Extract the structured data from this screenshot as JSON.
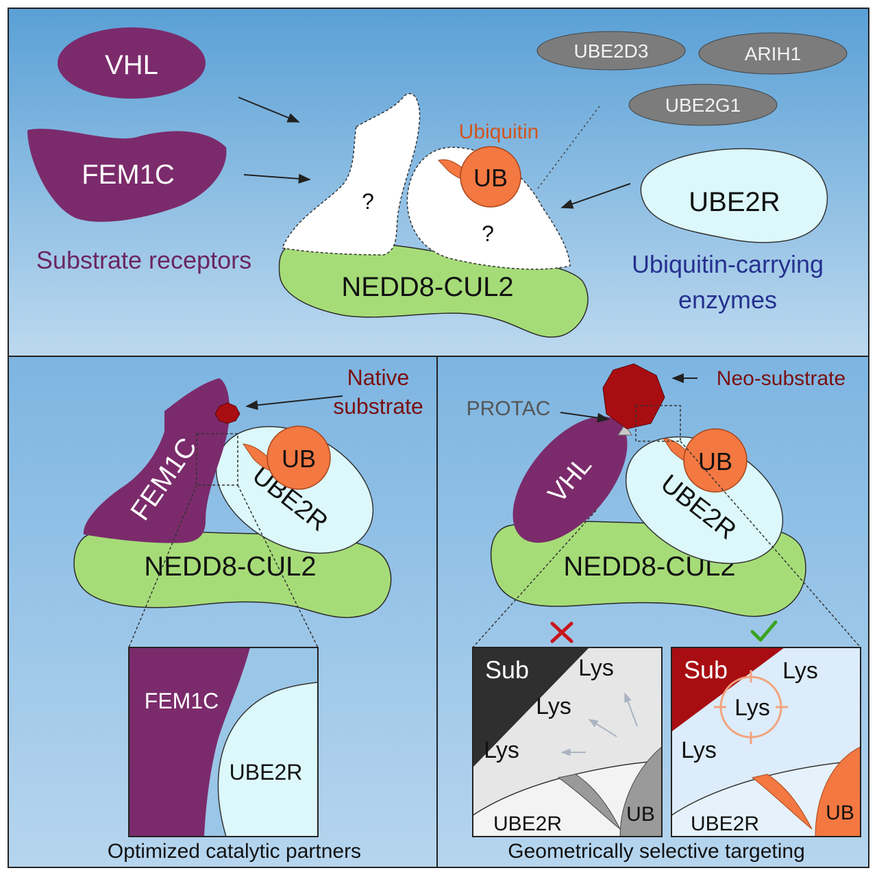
{
  "top": {
    "receptor_vhl": "VHL",
    "receptor_fem1c": "FEM1C",
    "receptors_caption": "Substrate receptors",
    "unknown_mark": "?",
    "ubiquitin_label": "Ubiquitin",
    "ub_label": "UB",
    "cul2_label": "NEDD8-CUL2",
    "e2_ube2d3": "UBE2D3",
    "e2_arih1": "ARIH1",
    "e2_ube2g1": "UBE2G1",
    "e2_ube2r": "UBE2R",
    "enzymes_caption_line1": "Ubiquitin-carrying",
    "enzymes_caption_line2": "enzymes"
  },
  "left": {
    "native_line1": "Native",
    "native_line2": "substrate",
    "fem1c": "FEM1C",
    "ub": "UB",
    "ube2r": "UBE2R",
    "cul2": "NEDD8-CUL2",
    "zoom_fem1c": "FEM1C",
    "zoom_ube2r": "UBE2R",
    "caption": "Optimized catalytic partners"
  },
  "right": {
    "neo_substrate": "Neo-substrate",
    "protac": "PROTAC",
    "vhl": "VHL",
    "ub": "UB",
    "ube2r": "UBE2R",
    "cul2": "NEDD8-CUL2",
    "bad": {
      "sub": "Sub",
      "lys1": "Lys",
      "lys2": "Lys",
      "lys3": "Lys",
      "ube2r": "UBE2R",
      "ub": "UB"
    },
    "good": {
      "sub": "Sub",
      "lys1": "Lys",
      "lys2": "Lys",
      "lys3": "Lys",
      "ube2r": "UBE2R",
      "ub": "UB"
    },
    "caption": "Geometrically selective targeting"
  },
  "colors": {
    "purple": "#7b2b6b",
    "green": "#a6dc78",
    "light_cyan": "#dcf8fa",
    "orange": "#f37841",
    "dark_red": "#a80d12",
    "gray_ellipse": "#7c7c7c",
    "receptor_text": "#6b2660",
    "enzyme_text": "#26308f",
    "neo_text": "#7a1010",
    "check_green": "#3aa320",
    "cross_red": "#c8141b"
  }
}
